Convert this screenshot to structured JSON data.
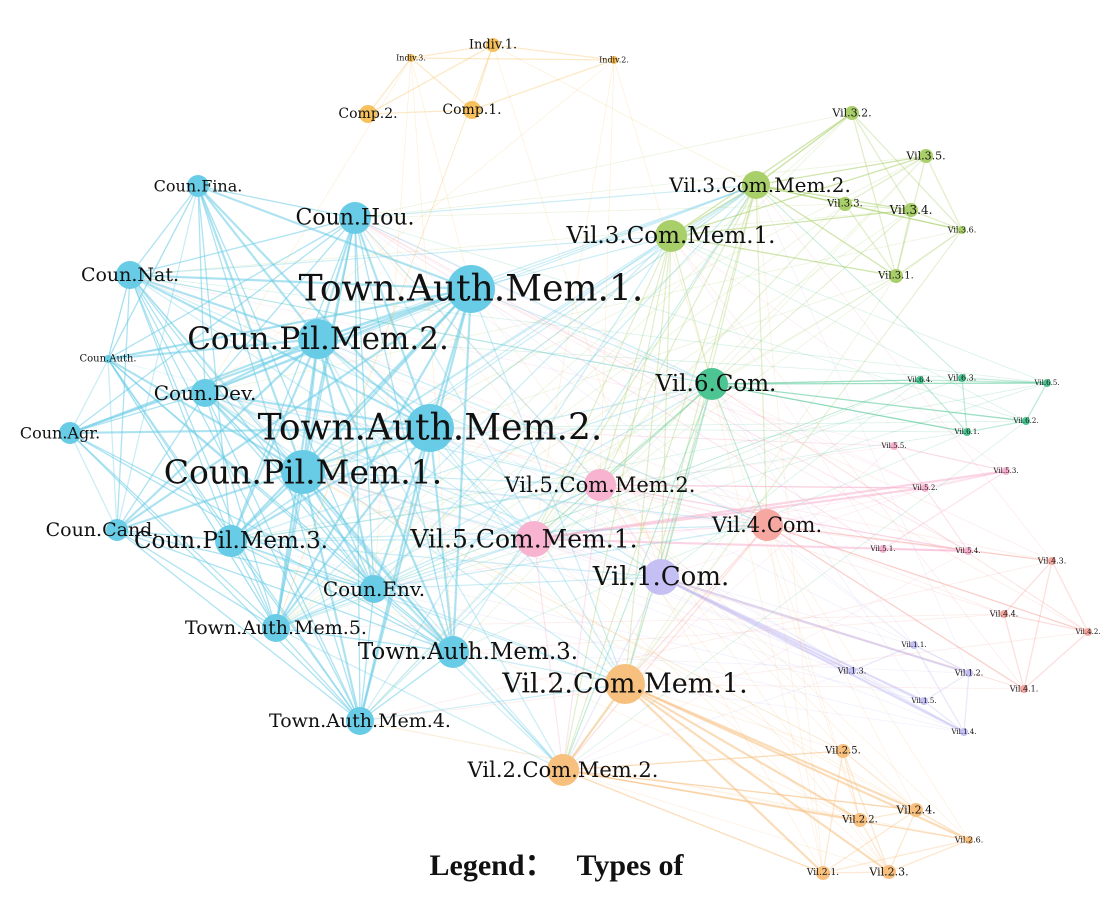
{
  "legend": {
    "title": "Legend：",
    "subtitle": "Types of"
  },
  "colors": {
    "council": "#69cce6",
    "company": "#f7c15e",
    "vil3": "#a9cf6a",
    "vil6": "#4dc592",
    "vil5": "#f7b3d0",
    "vil4": "#f6a7a0",
    "vil1": "#c4c0f4",
    "vil2": "#f8c07f"
  },
  "nodes": [
    {
      "id": "indiv1",
      "label": "Indiv.1.",
      "group": "company",
      "size": 1
    },
    {
      "id": "indiv3",
      "label": "Indiv.3.",
      "group": "company",
      "size": 0
    },
    {
      "id": "indiv2",
      "label": "Indiv.2.",
      "group": "company",
      "size": 0
    },
    {
      "id": "comp2",
      "label": "Comp.2.",
      "group": "company",
      "size": 2
    },
    {
      "id": "comp1",
      "label": "Comp.1.",
      "group": "company",
      "size": 2
    },
    {
      "id": "counfina",
      "label": "Coun.Fina.",
      "group": "council",
      "size": 3
    },
    {
      "id": "counhou",
      "label": "Coun.Hou.",
      "group": "council",
      "size": 5
    },
    {
      "id": "counnat",
      "label": "Coun.Nat.",
      "group": "council",
      "size": 4
    },
    {
      "id": "tam1",
      "label": "Town.Auth.Mem.1.",
      "group": "council",
      "size": 9
    },
    {
      "id": "counpil2",
      "label": "Coun.Pil.Mem.2.",
      "group": "council",
      "size": 7
    },
    {
      "id": "counauth",
      "label": "Coun.Auth.",
      "group": "council",
      "size": 0
    },
    {
      "id": "coundev",
      "label": "Coun.Dev.",
      "group": "council",
      "size": 4
    },
    {
      "id": "counagr",
      "label": "Coun.Agr.",
      "group": "council",
      "size": 3
    },
    {
      "id": "tam2",
      "label": "Town.Auth.Mem.2.",
      "group": "council",
      "size": 9
    },
    {
      "id": "counpil1",
      "label": "Coun.Pil.Mem.1.",
      "group": "council",
      "size": 8
    },
    {
      "id": "councand",
      "label": "Coun.Cand.",
      "group": "council",
      "size": 3
    },
    {
      "id": "counpil3",
      "label": "Coun.Pil.Mem.3.",
      "group": "council",
      "size": 5
    },
    {
      "id": "counenv",
      "label": "Coun.Env.",
      "group": "council",
      "size": 4
    },
    {
      "id": "tam5",
      "label": "Town.Auth.Mem.5.",
      "group": "council",
      "size": 4
    },
    {
      "id": "tam3",
      "label": "Town.Auth.Mem.3.",
      "group": "council",
      "size": 5
    },
    {
      "id": "tam4",
      "label": "Town.Auth.Mem.4.",
      "group": "council",
      "size": 4
    },
    {
      "id": "vil3cm2",
      "label": "Vil.3.Com.Mem.2.",
      "group": "vil3",
      "size": 4
    },
    {
      "id": "vil3cm1",
      "label": "Vil.3.Com.Mem.1.",
      "group": "vil3",
      "size": 5
    },
    {
      "id": "vil32",
      "label": "Vil.3.2.",
      "group": "vil3",
      "size": 1
    },
    {
      "id": "vil35",
      "label": "Vil.3.5.",
      "group": "vil3",
      "size": 1
    },
    {
      "id": "vil33",
      "label": "Vil.3.3.",
      "group": "vil3",
      "size": 1
    },
    {
      "id": "vil34",
      "label": "Vil.3.4.",
      "group": "vil3",
      "size": 1
    },
    {
      "id": "vil36",
      "label": "Vil.3.6.",
      "group": "vil3",
      "size": 0
    },
    {
      "id": "vil31",
      "label": "Vil.3.1.",
      "group": "vil3",
      "size": 1
    },
    {
      "id": "vil6com",
      "label": "Vil.6.Com.",
      "group": "vil6",
      "size": 5
    },
    {
      "id": "vil64",
      "label": "Vil.6.4.",
      "group": "vil6",
      "size": 0
    },
    {
      "id": "vil63",
      "label": "Vil.6.3.",
      "group": "vil6",
      "size": 0
    },
    {
      "id": "vil65",
      "label": "Vil.6.5.",
      "group": "vil6",
      "size": 0
    },
    {
      "id": "vil61",
      "label": "Vil.6.1.",
      "group": "vil6",
      "size": 0
    },
    {
      "id": "vil62",
      "label": "Vil.6.2.",
      "group": "vil6",
      "size": 0
    },
    {
      "id": "vil5cm2",
      "label": "Vil.5.Com.Mem.2.",
      "group": "vil5",
      "size": 5
    },
    {
      "id": "vil5cm1",
      "label": "Vil.5.Com.Mem.1.",
      "group": "vil5",
      "size": 6
    },
    {
      "id": "vil55",
      "label": "Vil.5.5.",
      "group": "vil5",
      "size": 0
    },
    {
      "id": "vil53",
      "label": "Vil.5.3.",
      "group": "vil5",
      "size": 0
    },
    {
      "id": "vil52",
      "label": "Vil.5.2.",
      "group": "vil5",
      "size": 0
    },
    {
      "id": "vil51",
      "label": "Vil.5.1.",
      "group": "vil5",
      "size": 0
    },
    {
      "id": "vil54",
      "label": "Vil.5.4.",
      "group": "vil5",
      "size": 0
    },
    {
      "id": "vil4com",
      "label": "Vil.4.Com.",
      "group": "vil4",
      "size": 5
    },
    {
      "id": "vil43",
      "label": "Vil.4.3.",
      "group": "vil4",
      "size": 0
    },
    {
      "id": "vil44",
      "label": "Vil.4.4.",
      "group": "vil4",
      "size": 0
    },
    {
      "id": "vil42",
      "label": "Vil.4.2.",
      "group": "vil4",
      "size": 0
    },
    {
      "id": "vil41",
      "label": "Vil.4.1.",
      "group": "vil4",
      "size": 0
    },
    {
      "id": "vil1com",
      "label": "Vil.1.Com.",
      "group": "vil1",
      "size": 6
    },
    {
      "id": "vil11",
      "label": "Vil.1.1.",
      "group": "vil1",
      "size": 0
    },
    {
      "id": "vil12",
      "label": "Vil.1.2.",
      "group": "vil1",
      "size": 0
    },
    {
      "id": "vil13",
      "label": "Vil.1.3.",
      "group": "vil1",
      "size": 0
    },
    {
      "id": "vil15",
      "label": "Vil.1.5.",
      "group": "vil1",
      "size": 0
    },
    {
      "id": "vil14",
      "label": "Vil.1.4.",
      "group": "vil1",
      "size": 0
    },
    {
      "id": "vil2cm1",
      "label": "Vil.2.Com.Mem.1.",
      "group": "vil2",
      "size": 7
    },
    {
      "id": "vil2cm2",
      "label": "Vil.2.Com.Mem.2.",
      "group": "vil2",
      "size": 5
    },
    {
      "id": "vil25",
      "label": "Vil.2.5.",
      "group": "vil2",
      "size": 1
    },
    {
      "id": "vil24",
      "label": "Vil.2.4.",
      "group": "vil2",
      "size": 1
    },
    {
      "id": "vil22",
      "label": "Vil.2.2.",
      "group": "vil2",
      "size": 1
    },
    {
      "id": "vil26",
      "label": "Vil.2.6.",
      "group": "vil2",
      "size": 0
    },
    {
      "id": "vil21",
      "label": "Vil.2.1.",
      "group": "vil2",
      "size": 1
    },
    {
      "id": "vil23",
      "label": "Vil.2.3.",
      "group": "vil2",
      "size": 1
    }
  ]
}
